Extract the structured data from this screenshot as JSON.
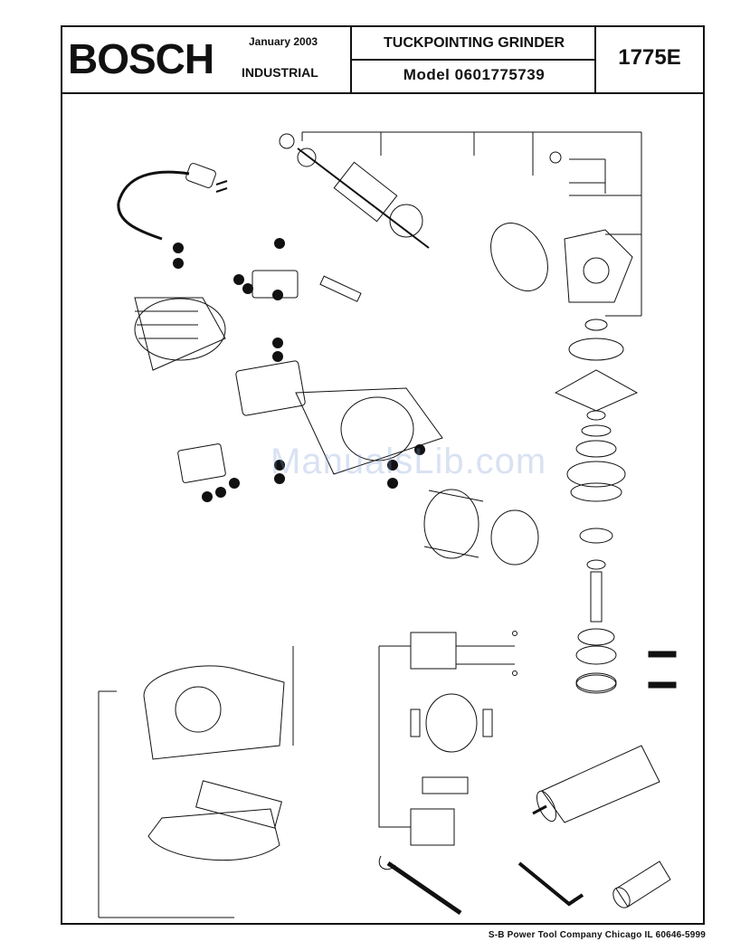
{
  "header": {
    "brand": "BOSCH",
    "date": "January  2003",
    "division": "INDUSTRIAL",
    "title": "TUCKPOINTING GRINDER",
    "model": "Model  0601775739",
    "part_number": "1775E"
  },
  "watermark": "ManualsLib.com",
  "footer": "S-B Power Tool Company   Chicago IL  60646-5999",
  "colors": {
    "ink": "#111111",
    "watermark": "#7896d2"
  }
}
